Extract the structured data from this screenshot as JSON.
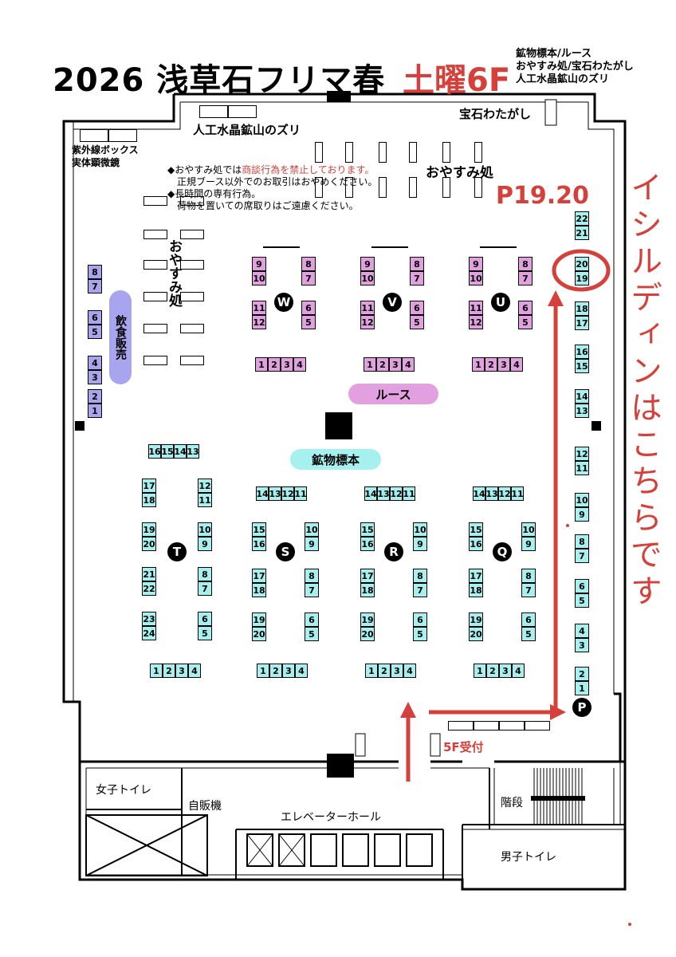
{
  "title": "2026 浅草石フリマ春",
  "floor_label": "土曜6F",
  "legend_lines": [
    "鉱物標本/ルース",
    "おやすみ処/宝石わたがし",
    "人工水晶鉱山のズリ"
  ],
  "labels": {
    "artificial_quartz": "人工水晶鉱山のズリ",
    "gem_cotton_candy": "宝石わたがし",
    "uv_box_line1": "紫外線ボックス",
    "uv_box_line2": "実体顕微鏡",
    "rest_area_top": "おやすみ処",
    "rest_area_left": "おやすみ処",
    "food_sales": "飲食販売",
    "loose": "ルース",
    "mineral_specimen": "鉱物標本",
    "reception": "5F受付",
    "womens_toilet": "女子トイレ",
    "vending_machine": "自販機",
    "elevator_hall": "エレベーターホール",
    "stairs": "階段",
    "mens_toilet": "男子トイレ",
    "booth_highlight": "P19.20",
    "callout": "イシルディンはこちらです"
  },
  "notice": {
    "line1_prefix": "◆おやすみ処では",
    "line1_red": "商談行為を禁止しております。",
    "line2": "正規ブース以外でのお取引はおやめください。",
    "line3": "◆長時間の専有行為。",
    "line4": "荷物を置いての席取りはご遠慮ください。"
  },
  "islands": [
    "W",
    "V",
    "U",
    "T",
    "S",
    "R",
    "Q",
    "P"
  ],
  "booth_numbers": {
    "upper_island_left": [
      "9",
      "10",
      "11",
      "12"
    ],
    "upper_island_right": [
      "8",
      "7",
      "6",
      "5"
    ],
    "upper_island_bottom": [
      "1",
      "2",
      "3",
      "4"
    ],
    "lower_island_top": [
      "14",
      "13",
      "12",
      "11"
    ],
    "lower_island_left": [
      "15",
      "16",
      "17",
      "18",
      "19",
      "20"
    ],
    "lower_island_right": [
      "10",
      "9",
      "8",
      "7",
      "6",
      "5"
    ],
    "lower_island_bottom": [
      "1",
      "2",
      "3",
      "4"
    ],
    "t_top": [
      "16",
      "15",
      "14",
      "13"
    ],
    "t_left": [
      "17",
      "18",
      "19",
      "20",
      "21",
      "22",
      "23",
      "24"
    ],
    "t_right": [
      "12",
      "11",
      "10",
      "9",
      "8",
      "7",
      "6",
      "5"
    ],
    "t_bottom": [
      "1",
      "2",
      "3",
      "4"
    ],
    "p_column": [
      "22",
      "21",
      "20",
      "19",
      "18",
      "17",
      "16",
      "15",
      "14",
      "13",
      "12",
      "11",
      "10",
      "9",
      "8",
      "7",
      "6",
      "5",
      "4",
      "3",
      "2",
      "1"
    ],
    "food_column": [
      "8",
      "7",
      "6",
      "5",
      "4",
      "3",
      "2",
      "1"
    ]
  },
  "colors": {
    "accent_red": "#d6403a",
    "booth_cyan": "#a6f0ef",
    "booth_pink": "#e2a0e0",
    "booth_violet": "#a8a4ee"
  }
}
